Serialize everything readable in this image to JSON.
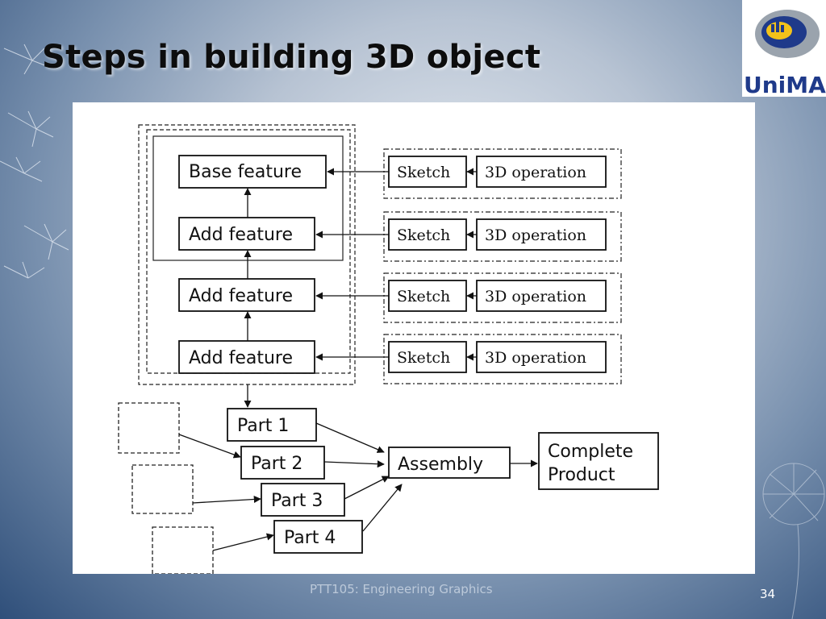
{
  "slide": {
    "title": "Steps in building 3D object",
    "footer": "PTT105: Engineering Graphics",
    "page_number": "34"
  },
  "logo": {
    "text": "UniMAP"
  },
  "diagram": {
    "features": [
      {
        "label": "Base feature"
      },
      {
        "label": "Add feature"
      },
      {
        "label": "Add feature"
      },
      {
        "label": "Add feature"
      }
    ],
    "operations": [
      {
        "sketch": "Sketch",
        "op": "3D operation"
      },
      {
        "sketch": "Sketch",
        "op": "3D operation"
      },
      {
        "sketch": "Sketch",
        "op": "3D operation"
      },
      {
        "sketch": "Sketch",
        "op": "3D operation"
      }
    ],
    "parts": [
      "Part 1",
      "Part 2",
      "Part 3",
      "Part 4"
    ],
    "assembly": "Assembly",
    "complete_product": [
      "Complete",
      "Product"
    ]
  },
  "colors": {
    "background_dark": "#2f4f7a",
    "background_light": "#e6ebf1",
    "logo_red": "#cc1f1f",
    "logo_navy": "#1f3a8a"
  }
}
